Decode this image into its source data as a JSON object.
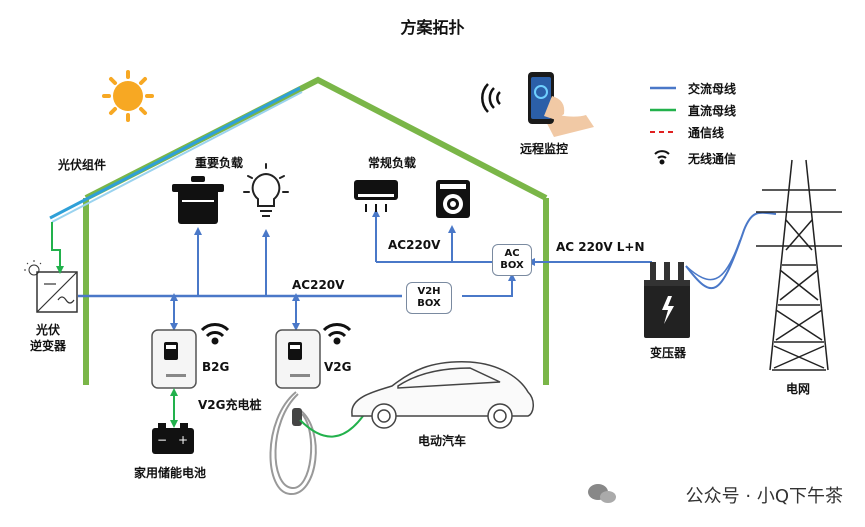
{
  "title": "方案拓扑",
  "labels": {
    "pv_module": "光伏组件",
    "pv_inverter": "光伏\n逆变器",
    "important_load": "重要负载",
    "normal_load": "常规负载",
    "remote_monitor": "远程监控",
    "ac220v_top": "AC220V",
    "ac220v_main": "AC220V",
    "grid_input": "AC 220V L+N",
    "ac_box": "AC\nBOX",
    "v2h_box": "V2H\nBOX",
    "b2g": "B2G",
    "v2g": "V2G",
    "v2g_charger": "V2G充电桩",
    "home_battery": "家用储能电池",
    "ev": "电动汽车",
    "transformer": "变压器",
    "grid": "电网"
  },
  "legend": [
    {
      "label": "交流母线",
      "type": "ac",
      "color": "#4a78c8"
    },
    {
      "label": "直流母线",
      "type": "dc",
      "color": "#22b14c"
    },
    {
      "label": "通信线",
      "type": "comm",
      "color": "#e02020"
    },
    {
      "label": "无线通信",
      "type": "wireless",
      "color": "#111111"
    }
  ],
  "colors": {
    "roof": "#7ab648",
    "ac_bus": "#4a78c8",
    "dc_bus": "#22b14c",
    "sun": "#f7a823",
    "solar_panel": "#2fa0d8"
  },
  "watermark": {
    "text": "公众号 · 小Q下午茶"
  }
}
